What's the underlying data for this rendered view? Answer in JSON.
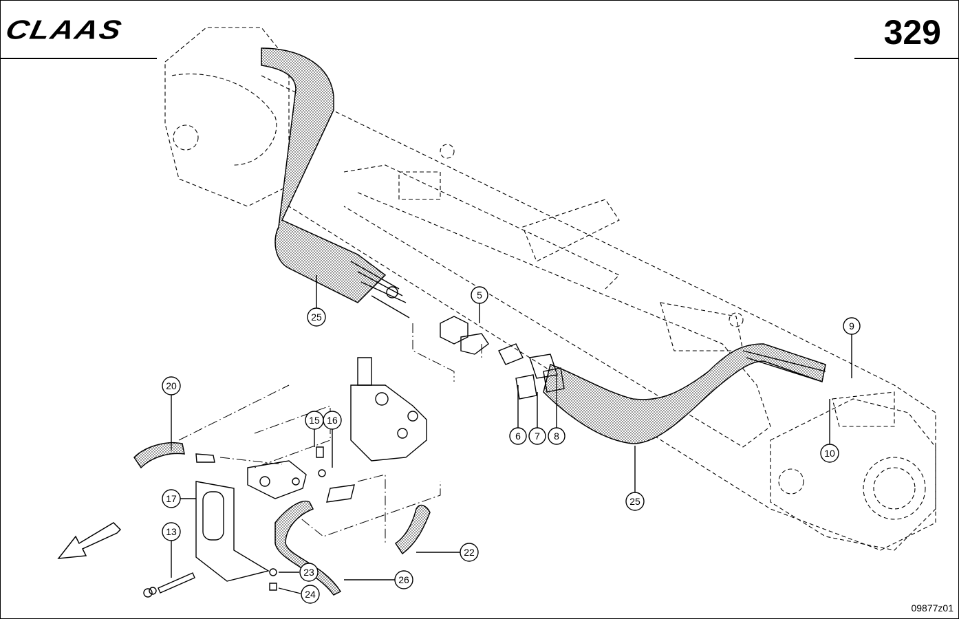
{
  "header": {
    "brand": "CLAAS",
    "page_number": "329"
  },
  "footer": {
    "drawing_id": "09877z01"
  },
  "callouts": [
    "5",
    "6",
    "7",
    "8",
    "9",
    "10",
    "13",
    "15",
    "16",
    "17",
    "20",
    "22",
    "23",
    "24",
    "25",
    "25",
    "26"
  ],
  "icons": {
    "orientation_arrow": "arrow-down-left-icon"
  }
}
